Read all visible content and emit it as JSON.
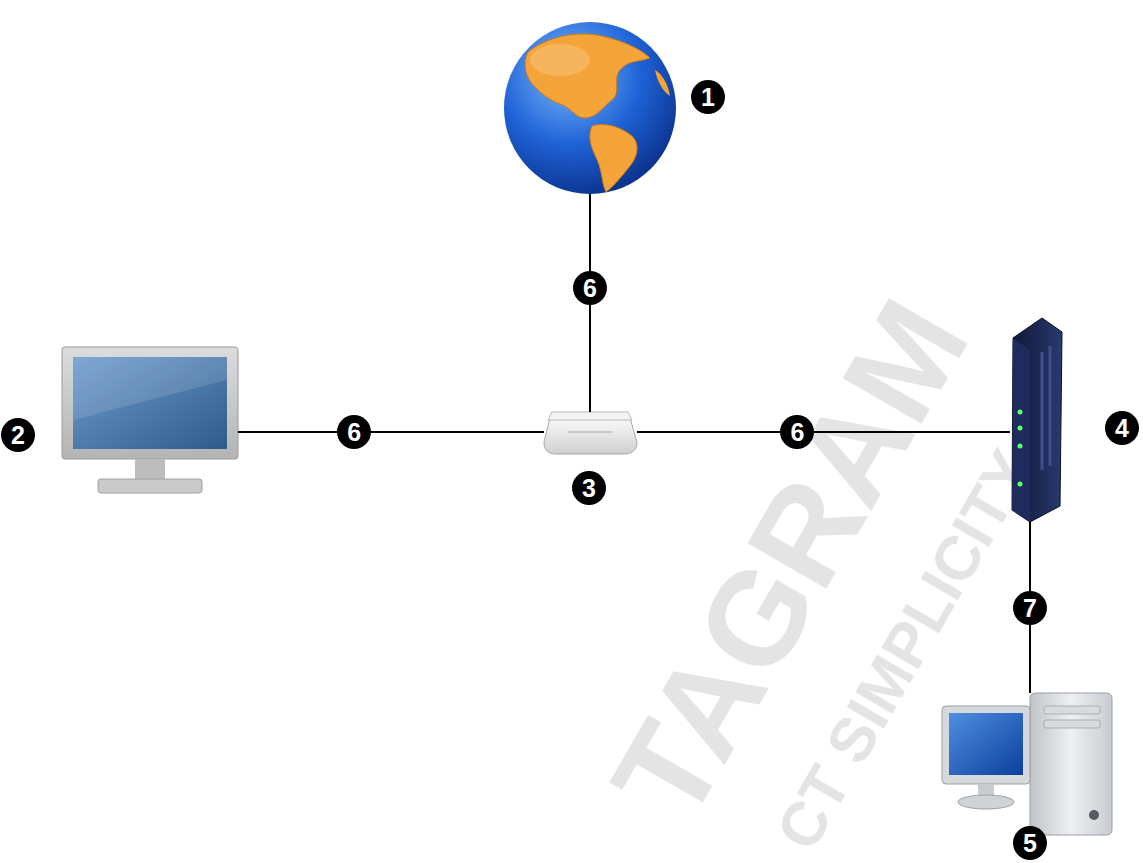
{
  "diagram": {
    "nodes": [
      {
        "text": [
          "1"
        ]
      },
      {
        "text": [
          "2"
        ]
      },
      {
        "text": [
          "3"
        ]
      },
      {
        "text": [
          "4"
        ]
      },
      {
        "text": [
          "5"
        ]
      }
    ],
    "edges": [
      {
        "from": 0,
        "to": 2,
        "arrow": "none",
        "label": "6"
      },
      {
        "from": 1,
        "to": 2,
        "arrow": "none",
        "label": "6"
      },
      {
        "from": 2,
        "to": 3,
        "arrow": "none",
        "label": "6"
      },
      {
        "from": 3,
        "to": 4,
        "arrow": "none",
        "label": "7"
      }
    ],
    "labels": [
      "TAGRAM",
      "CT SIMPLICITY"
    ]
  }
}
